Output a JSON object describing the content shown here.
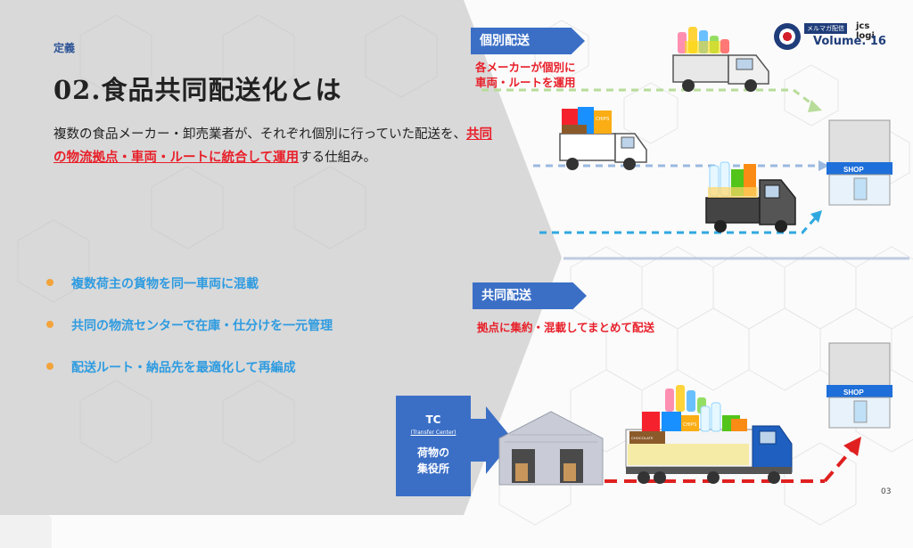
{
  "header": {
    "label": "定義",
    "title": "02.食品共同配送化とは"
  },
  "description": {
    "before": "複数の食品メーカー・卸売業者が、それぞれ個別に行っていた配送を、",
    "highlight": "共同の物流拠点・車両・ルートに統合して運用",
    "after": "する仕組み。"
  },
  "bullets": [
    "複数荷主の貨物を同一車両に混載",
    "共同の物流センターで在庫・仕分けを一元管理",
    "配送ルート・納品先を最適化して再編成"
  ],
  "individual": {
    "tag": "個別配送",
    "note_line1": "各メーカーが個別に",
    "note_line2": "車両・ルートを運用"
  },
  "joint": {
    "tag": "共同配送",
    "note": "拠点に集約・混載してまとめて配送"
  },
  "tc": {
    "title": "TC",
    "subtitle": "(Transfer Center)",
    "line1": "荷物の",
    "line2": "集役所"
  },
  "shop_label": "SHOP",
  "logo": {
    "mail_label": "メルマガ配信",
    "brand": "jcs logi",
    "volume": "Volume. 16"
  },
  "page_number": "03",
  "goods": {
    "chips": "CHIPS",
    "chocolate": "CHOCOLATE"
  },
  "colors": {
    "accent_blue": "#3b6fc6",
    "highlight_red": "#e8202a",
    "bullet_text": "#2e9be0",
    "bullet_dot": "#f2a33a",
    "panel_grey": "#d9d9d9"
  }
}
